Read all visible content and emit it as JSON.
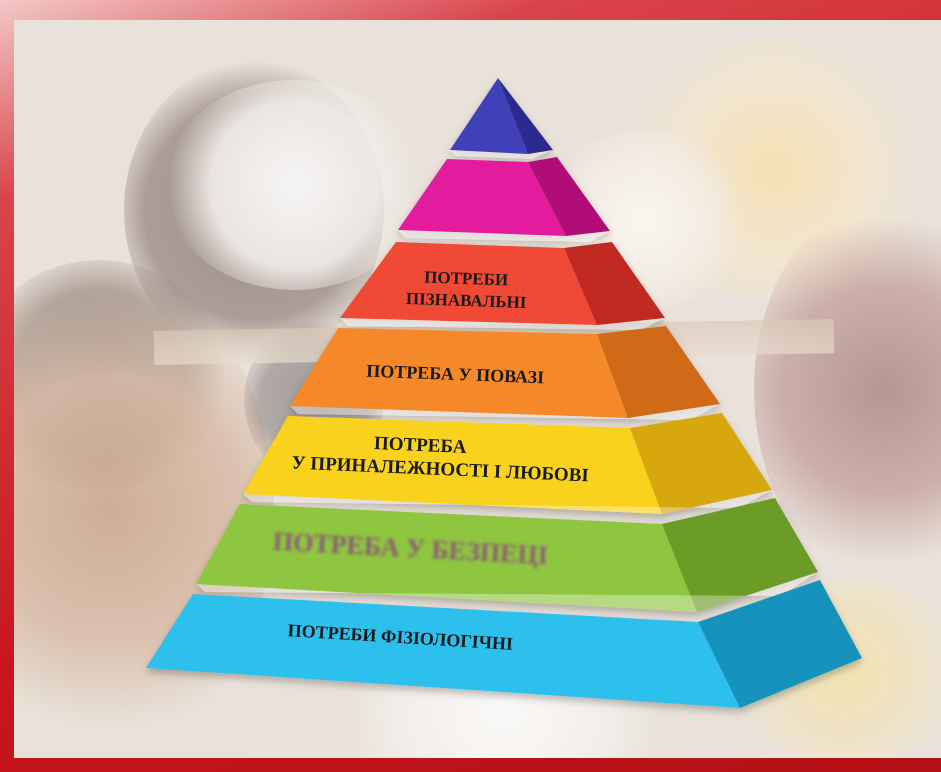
{
  "pyramid": {
    "levels": [
      {
        "lines": [
          ""
        ],
        "color_front": "#3f3fb8",
        "color_side": "#2a2a8f"
      },
      {
        "lines": [
          ""
        ],
        "color_front": "#e21a9c",
        "color_side": "#b01179"
      },
      {
        "lines": [
          "ПОТРЕБИ",
          "ПІЗНАВАЛЬНІ"
        ],
        "color_front": "#f04836",
        "color_side": "#c02a20"
      },
      {
        "lines": [
          "ПОТРЕБА У ПОВАЗІ"
        ],
        "color_front": "#f5892a",
        "color_side": "#d06a14"
      },
      {
        "lines": [
          "ПОТРЕБА",
          "У ПРИНАЛЕЖНОСТІ І ЛЮБОВІ"
        ],
        "color_front": "#f8d21e",
        "color_side": "#d6a80d"
      },
      {
        "lines": [
          "ПОТРЕБА У БЕЗПЕЦІ"
        ],
        "color_front": "#8ec63f",
        "color_side": "#6a9c25"
      },
      {
        "lines": [
          "ПОТРЕБИ ФІЗІОЛОГІЧНІ"
        ],
        "color_front": "#2ec0ec",
        "color_side": "#1593bd"
      }
    ]
  }
}
